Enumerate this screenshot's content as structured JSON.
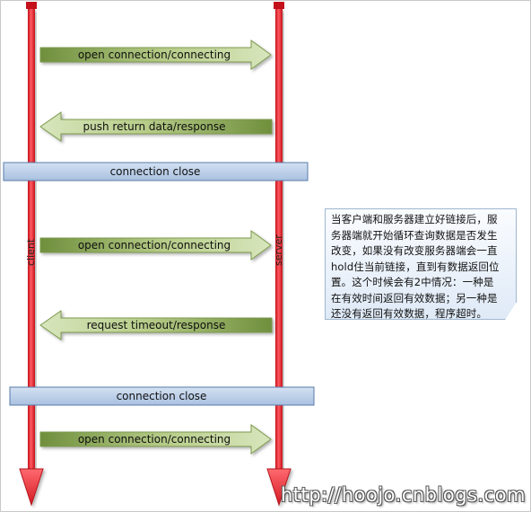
{
  "lifelines": {
    "client": "client",
    "server": "server"
  },
  "messages": [
    {
      "id": "m1",
      "text": "open  connection/connecting",
      "direction": "right"
    },
    {
      "id": "m2",
      "text": "push return  data/response",
      "direction": "left"
    },
    {
      "id": "m3",
      "text": "open  connection/connecting",
      "direction": "right"
    },
    {
      "id": "m4",
      "text": "request  timeout/response",
      "direction": "left"
    },
    {
      "id": "m5",
      "text": "open  connection/connecting",
      "direction": "right"
    }
  ],
  "close_boxes": [
    {
      "id": "c1",
      "text": "connection  close"
    },
    {
      "id": "c2",
      "text": "connection  close"
    }
  ],
  "note": {
    "lines": [
      "当客户端和服务器建立好链接后，服",
      "务器端就开始循环查询数据是否发生",
      "改变，如果没有改变服务器端会一直",
      "hold住当前链接，直到有数据返回位",
      "置。这个时候会有2中情况：一种是",
      "在有效时间返回有效数据；另一种是",
      "还没有返回有效数据，程序超时。"
    ]
  },
  "watermark": "http://hoojo.cnblogs.com",
  "colors": {
    "lifeline": "#e8212a",
    "arrow": "#9bb56a",
    "close_box": "#b8cce4",
    "close_border": "#5a7aa8"
  }
}
